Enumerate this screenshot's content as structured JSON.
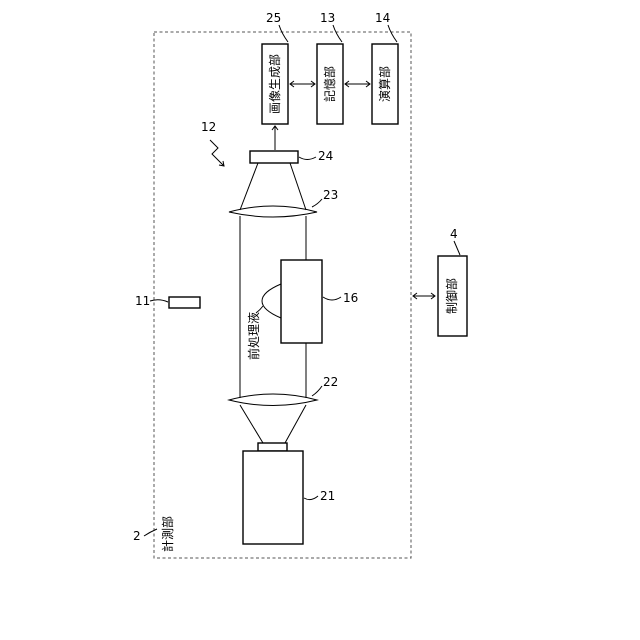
{
  "measurement_unit": {
    "ref": "2",
    "label": "計測部"
  },
  "image_generation_unit": {
    "ref": "25",
    "label": "画像生成部"
  },
  "storage_unit": {
    "ref": "13",
    "label": "記憶部"
  },
  "computation_unit": {
    "ref": "14",
    "label": "演算部"
  },
  "control_unit": {
    "ref": "4",
    "label": "制御部"
  },
  "system_ref": "12",
  "light_source_ref": "11",
  "camera_ref": "21",
  "lens_front_ref": "22",
  "lens_rear_ref": "23",
  "sensor_ref": "24",
  "holder_ref": "16",
  "sample_label": "前処理液"
}
